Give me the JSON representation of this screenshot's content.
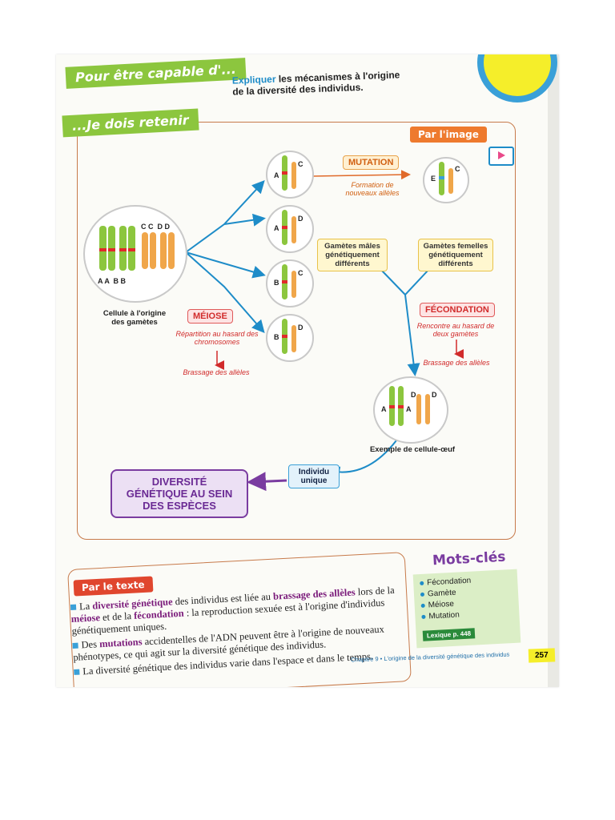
{
  "banner_top": "Pour être capable d'...",
  "objective": {
    "verb": "Expliquer",
    "rest_line1": "les mécanismes à l'origine",
    "line2": "de la diversité des individus."
  },
  "banner_retain": "...Je dois retenir",
  "tag_image": "Par l'image",
  "gene_labels": {
    "A": "A",
    "B": "B",
    "C": "C",
    "D": "D",
    "E": "E",
    "cell_top": "C C  D D",
    "cell_bottom": "A A  B B"
  },
  "labels": {
    "cell_origin": "Cellule à l'origine des gamètes",
    "egg_example": "Exemple de cellule-œuf"
  },
  "mutation": {
    "title": "MUTATION",
    "note": "Formation de nouveaux allèles"
  },
  "meiose": {
    "title": "MÉIOSE",
    "note": "Répartition au hasard des chromosomes",
    "result": "Brassage des allèles"
  },
  "fecondation": {
    "title": "FÉCONDATION",
    "note": "Rencontre au hasard de deux gamètes",
    "result": "Brassage des allèles"
  },
  "gametes_males": "Gamètes mâles génétiquement différents",
  "gametes_femelles": "Gamètes femelles génétiquement différents",
  "individu": "Individu unique",
  "diversite": "DIVERSITÉ GÉNÉTIQUE AU SEIN DES ESPÈCES",
  "tag_text": "Par le texte",
  "bullets": [
    {
      "pre": "La ",
      "kw1": "diversité génétique",
      "mid1": " des individus est liée au ",
      "kw2": "brassage des allèles",
      "mid2": " lors de la ",
      "kw3": "méiose",
      "mid3": " et de la ",
      "kw4": "fécondation",
      "post": " : la reproduction sexuée est à l'origine d'individus génétiquement uniques."
    },
    {
      "pre": "Des ",
      "kw1": "mutations",
      "post": " accidentelles de l'ADN peuvent être à l'origine de nouveaux phénotypes, ce qui agit sur la diversité génétique des individus."
    },
    {
      "text": "La diversité génétique des individus varie dans l'espace et dans le temps."
    }
  ],
  "mots_cles": {
    "title": "Mots-clés",
    "items": [
      "Fécondation",
      "Gamète",
      "Méiose",
      "Mutation"
    ],
    "lexique": "Lexique p. 448"
  },
  "footer": "Chapitre 9 • L'origine de la diversité génétique des individus",
  "page_number": "257"
}
